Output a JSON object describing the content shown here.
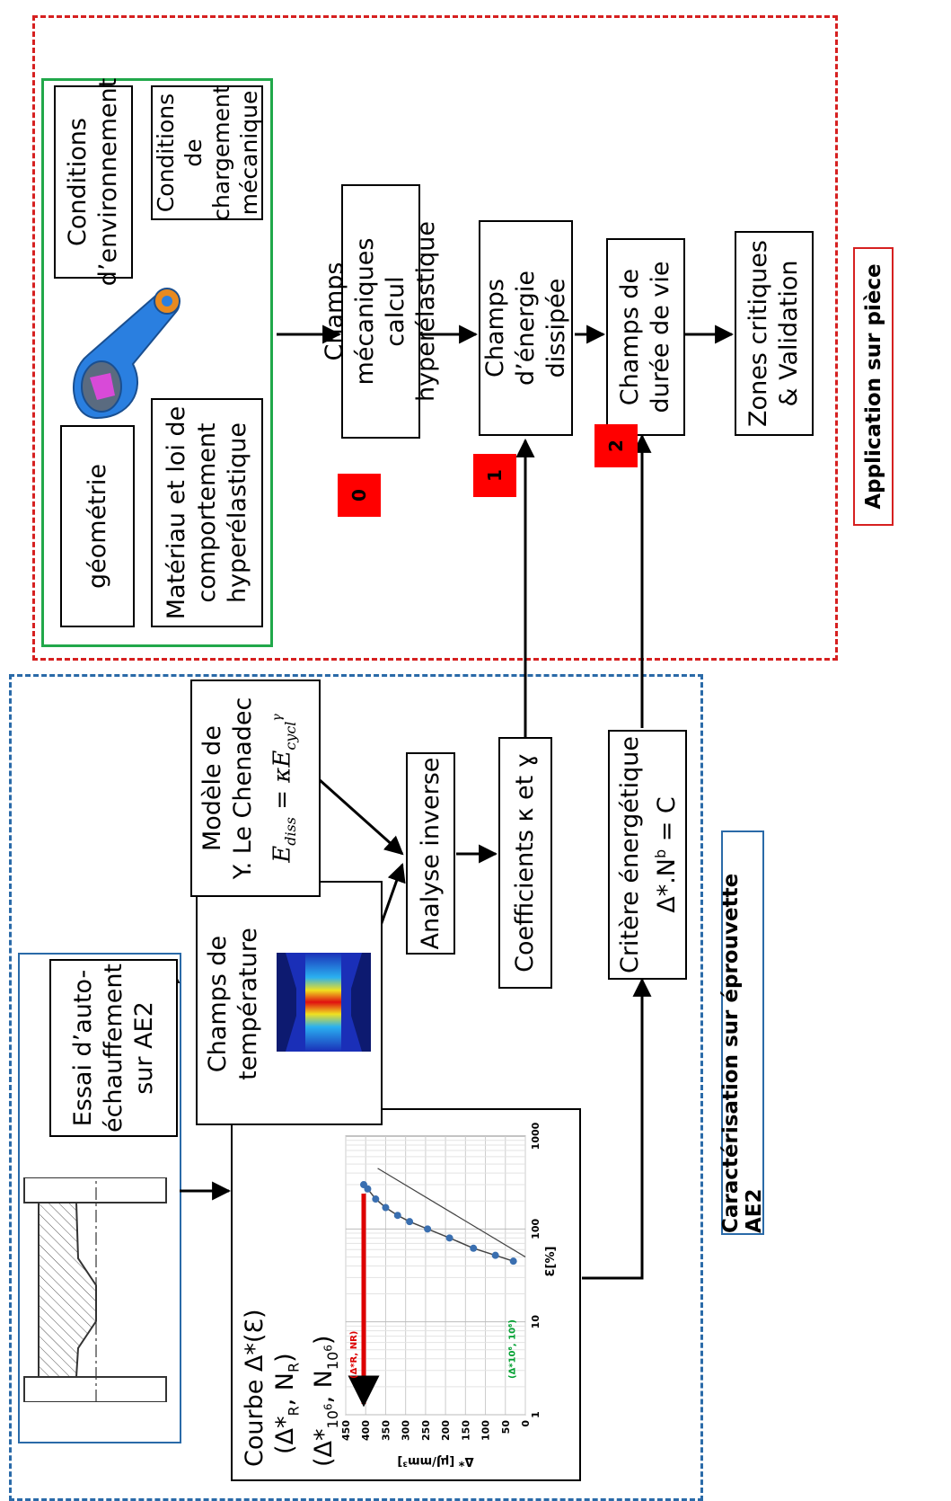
{
  "title_spec": "Caractérisation sur éprouvette AE2",
  "title_app": "Application sur pièce",
  "essai": "Essai d’auto-\néchauffement\nsur AE2",
  "champs_temperature": "Champs de\ntempérature",
  "modele_line1": "Modèle de",
  "modele_line2": "Y. Le Chenadec",
  "modele_formula": "E_diss = κ E_cycl^γ",
  "analyse": "Analyse inverse",
  "coefficients": "Coefficients κ et ɣ",
  "critere_line1": "Critère énergétique",
  "critere_line2": "Δ*.N",
  "critere_sup": "b",
  "critere_line3": " = C",
  "courbe_title": "Courbe Δ*(Ɛ)",
  "courbe_p1_a": "(Δ*",
  "courbe_p1_sub": "R",
  "courbe_p1_b": ", N",
  "courbe_p1_sub2": "R",
  "courbe_p1_c": ")",
  "courbe_p2_a": "(Δ*",
  "courbe_p2_sub": "10",
  "courbe_p2_sup": "6",
  "courbe_p2_b": ", N",
  "courbe_p2_sub2": "10",
  "courbe_p2_sup2": "6",
  "courbe_p2_c": ")",
  "geometrie": "géométrie",
  "materiau": "Matériau et loi de\ncomportement\nhyperélastique",
  "cond_env": "Conditions\nd’environnement",
  "cond_charg": "Conditions de\nchargement\nmécanique",
  "champs_meca": "Champs mécaniques\ncalcul hyperélastique",
  "champs_energie": "Champs d’énergie\ndissipée",
  "champs_duree": "Champs de\ndurée de vie",
  "zones": "Zones critiques\n& Validation",
  "badges": [
    "0",
    "1",
    "2"
  ],
  "chart_data": {
    "type": "scatter",
    "xlabel": "Ɛ[%]",
    "ylabel": "Δ* [μJ/mm³]",
    "xscale": "log",
    "xlim": [
      1,
      1000
    ],
    "ylim": [
      0,
      450
    ],
    "xticks": [
      "1",
      "10",
      "100",
      "1000"
    ],
    "yticks": [
      "0",
      "50",
      "100",
      "150",
      "200",
      "250",
      "300",
      "350",
      "400",
      "450"
    ],
    "series": [
      {
        "x": [
          300,
          270,
          210,
          170,
          140,
          120,
          100,
          80,
          62,
          52,
          45
        ],
        "y": [
          405,
          395,
          375,
          350,
          320,
          290,
          245,
          190,
          130,
          75,
          30
        ]
      }
    ],
    "annotations": [
      {
        "text": "(Δ*R, NR)",
        "color": "#dd0000"
      },
      {
        "text": "(Δ*10⁶, 10⁶)",
        "color": "#00a030"
      }
    ],
    "colors": {
      "points": "#3a6fb0",
      "fit_line": "#444444"
    }
  },
  "colors": {
    "red_frame": "#d62020",
    "blue_frame": "#2a6aa8",
    "green_frame": "#21a84a",
    "badge": "#ff0000"
  }
}
